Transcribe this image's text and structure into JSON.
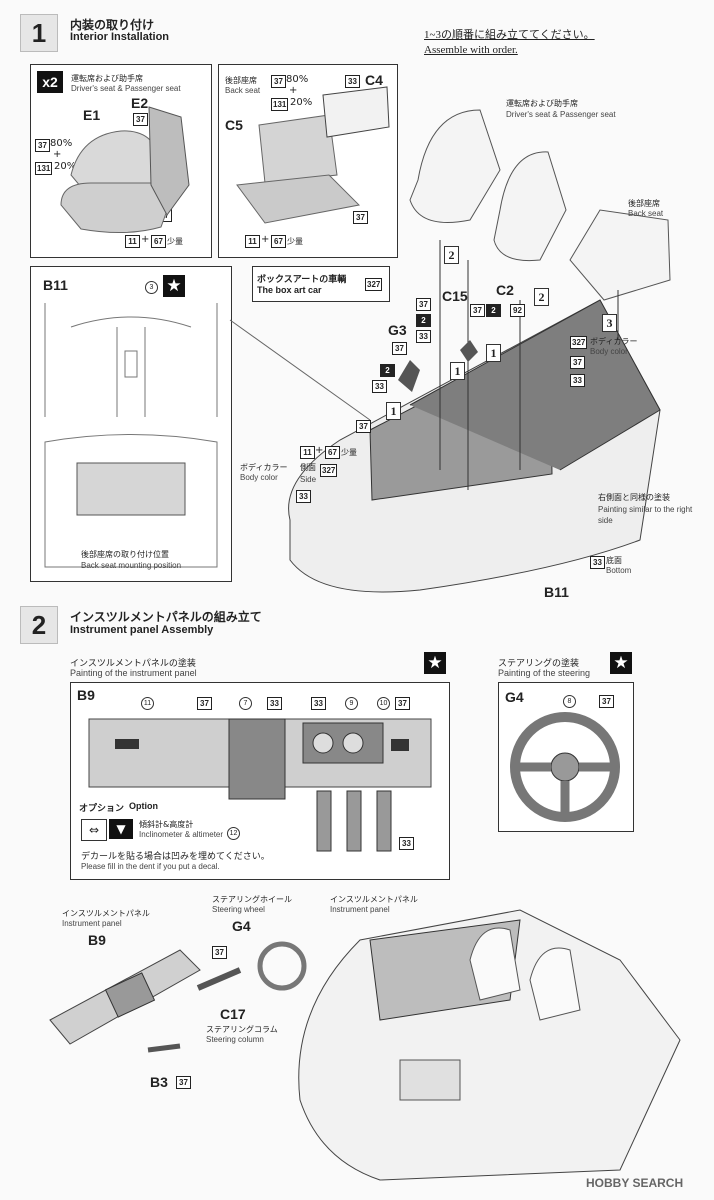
{
  "step1": {
    "number": "1",
    "title_jp": "内装の取り付け",
    "title_en": "Interior Installation",
    "order_note_jp": "1~3の順番に組み立ててください。",
    "order_note_en": "Assemble with order.",
    "front_seats_box": {
      "multiplier": "x2",
      "label_jp": "運転席および助手席",
      "label_en": "Driver's seat & Passenger seat",
      "parts": {
        "e1": "E1",
        "e2": "E2"
      },
      "mix_a_code": "37",
      "mix_a_pct": "80%",
      "plus": "+",
      "mix_b_code": "131",
      "mix_b_pct": "20%",
      "paint_37": "37",
      "combo_a": "11",
      "combo_plus": "+",
      "combo_b": "67",
      "combo_suffix": "少量"
    },
    "back_seat_box": {
      "label_jp": "後部座席",
      "label_en": "Back seat",
      "mix_a_code": "37",
      "mix_a_pct": "80%",
      "plus": "+",
      "mix_b_code": "131",
      "mix_b_pct": "20%",
      "c4_paint": "33",
      "part_c4": "C4",
      "part_c5": "C5",
      "paint_37": "37",
      "combo_a": "11",
      "combo_plus": "+",
      "combo_b": "67",
      "combo_suffix": "少量"
    },
    "b11_box": {
      "part": "B11",
      "circle_3": "3",
      "back_seat_pos_jp": "後部座席の取り付け位置",
      "back_seat_pos_en": "Back seat mounting position"
    },
    "box_art": {
      "label_jp": "ボックスアートの車輌",
      "label_en": "The box art car",
      "code": "327"
    },
    "main": {
      "front_seats_jp": "運転席および助手席",
      "front_seats_en": "Driver's seat & Passenger seat",
      "back_seat_jp": "後部座席",
      "back_seat_en": "Back seat",
      "part_c15": "C15",
      "part_c2": "C2",
      "part_g3": "G3",
      "body_color_code": "327",
      "body_color_jp": "ボディカラー",
      "body_color_en": "Body color",
      "side_code": "327",
      "side_jp": "側面",
      "side_en": "Side",
      "right_side_jp": "右側面と同様の塗装",
      "right_side_en": "Painting similar to the right side",
      "bottom_code": "33",
      "bottom_jp": "底面",
      "bottom_en": "Bottom",
      "part_b11": "B11",
      "seq_1": "1",
      "seq_2": "2",
      "seq_3": "3",
      "paint_37": "37",
      "paint_33": "33",
      "paint_2": "2",
      "paint_92": "92",
      "combo_a": "11",
      "combo_plus": "+",
      "combo_b": "67",
      "combo_suffix": "少量"
    }
  },
  "step2": {
    "number": "2",
    "title_jp": "インスツルメントパネルの組み立て",
    "title_en": "Instrument panel Assembly",
    "panel_box": {
      "label_jp": "インスツルメントパネルの塗装",
      "label_en": "Painting of the instrument panel",
      "part": "B9",
      "circles": [
        "11",
        "7",
        "9",
        "10"
      ],
      "paints": [
        "37",
        "33",
        "33",
        "37"
      ],
      "option_jp": "オプション",
      "option_en": "Option",
      "incl_jp": "傾斜計&高度計",
      "incl_en": "Inclinometer & altimeter",
      "incl_circle": "12",
      "decal_jp": "デカールを貼る場合は凹みを埋めてください。",
      "decal_en": "Please fill in the dent if you put a decal.",
      "pedal_paint": "33"
    },
    "steering_box": {
      "label_jp": "ステアリングの塗装",
      "label_en": "Painting of the steering",
      "part": "G4",
      "circle": "8",
      "paint": "37"
    },
    "assembly": {
      "panel_jp": "インスツルメントパネル",
      "panel_en": "Instrument panel",
      "part_b9": "B9",
      "wheel_jp": "ステアリングホイール",
      "wheel_en": "Steering wheel",
      "part_g4": "G4",
      "paint_37": "37",
      "part_c17": "C17",
      "column_jp": "ステアリングコラム",
      "column_en": "Steering column",
      "part_b3": "B3",
      "b3_paint": "37",
      "panel2_jp": "インスツルメントパネル",
      "panel2_en": "Instrument panel"
    }
  },
  "watermark": "HOBBY SEARCH"
}
